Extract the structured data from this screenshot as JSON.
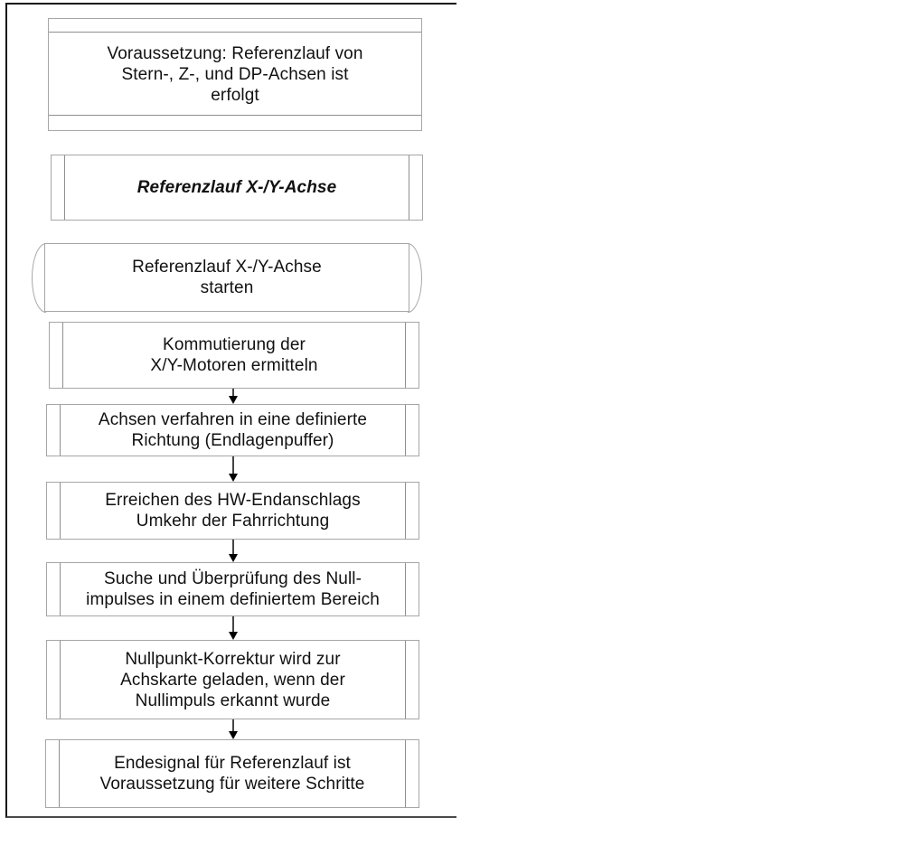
{
  "diagram": {
    "nodes": {
      "precondition": {
        "lines": [
          "Voraussetzung: Referenzlauf von",
          "Stern-, Z-, und DP-Achsen ist",
          "erfolgt"
        ]
      },
      "heading": {
        "lines": [
          "Referenzlauf X-/Y-Achse"
        ]
      },
      "start": {
        "lines": [
          "Referenzlauf X-/Y-Achse",
          "starten"
        ]
      },
      "step_kommutierung": {
        "lines": [
          "Kommutierung der",
          "X/Y-Motoren ermitteln"
        ]
      },
      "step_verfahren": {
        "lines": [
          "Achsen verfahren in eine definierte",
          "Richtung (Endlagenpuffer)"
        ]
      },
      "step_endanschlag": {
        "lines": [
          "Erreichen des HW-Endanschlags",
          "Umkehr der Fahrrichtung"
        ]
      },
      "step_nullimpuls_suche": {
        "lines": [
          "Suche und Überprüfung des Null-",
          "impulses in einem definiertem Bereich"
        ]
      },
      "step_nullpunkt_korrektur": {
        "lines": [
          "Nullpunkt-Korrektur wird zur",
          "Achskarte geladen, wenn der",
          "Nullimpuls erkannt wurde"
        ]
      },
      "step_endesignal": {
        "lines": [
          "Endesignal für Referenzlauf ist",
          "Voraussetzung für weitere Schritte"
        ]
      }
    },
    "colors": {
      "box_border": "#a6a6a6",
      "inner_line": "#8f8f8f",
      "frame_dark": "#141414",
      "frame_bottom": "#4a4a4a",
      "connector": "#444444",
      "arrow": "#000000",
      "text": "#111111"
    }
  }
}
